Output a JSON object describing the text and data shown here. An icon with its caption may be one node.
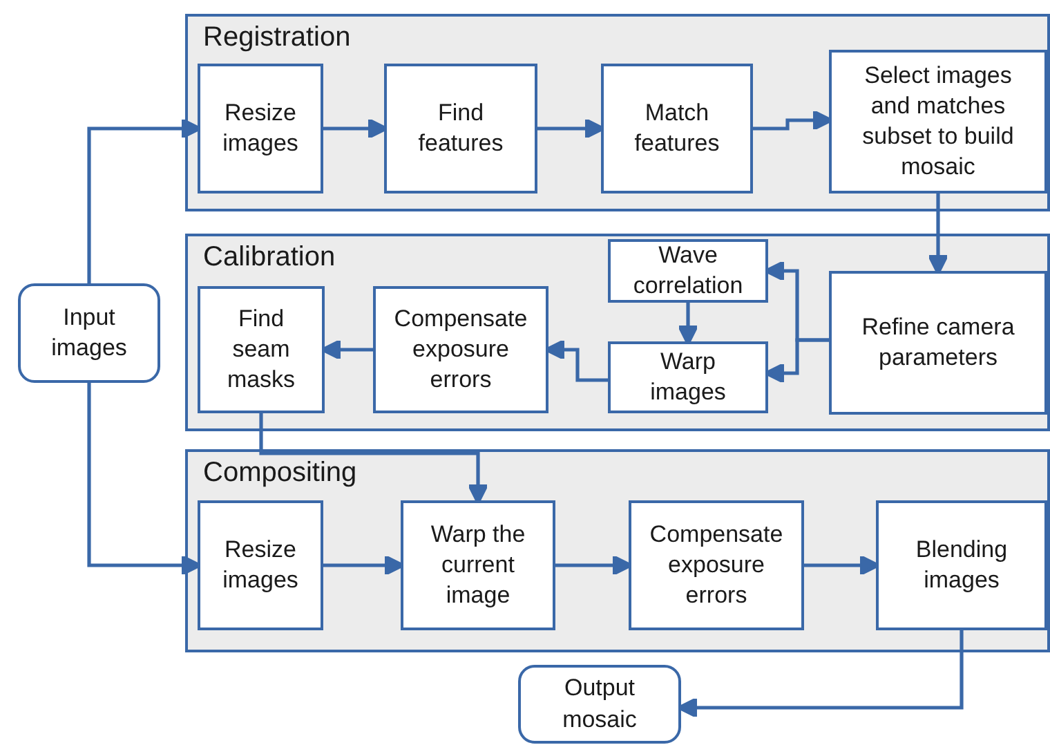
{
  "diagram": {
    "nodes": [
      {
        "text": [
          "Registration"
        ]
      },
      {
        "text": [
          "Resize images"
        ],
        "in": 0
      },
      {
        "text": [
          "Find features"
        ],
        "in": 0
      },
      {
        "text": [
          "Match features"
        ],
        "in": 0
      },
      {
        "text": [
          "Select images and matches subset to build mosaic"
        ],
        "in": 0
      },
      {
        "text": [
          "Calibration"
        ]
      },
      {
        "text": [
          "Wave correlation"
        ],
        "in": 5
      },
      {
        "text": [
          "Refine camera parameters"
        ],
        "in": 5
      },
      {
        "text": [
          "Warp images"
        ],
        "in": 5
      },
      {
        "text": [
          "Compensate exposure errors"
        ],
        "in": 5
      },
      {
        "text": [
          "Find seam masks"
        ],
        "in": 5
      },
      {
        "text": [
          "Compositing"
        ]
      },
      {
        "text": [
          "Resize images"
        ],
        "in": 11
      },
      {
        "text": [
          "Warp the current image"
        ],
        "in": 11
      },
      {
        "text": [
          "Compensate exposure errors"
        ],
        "in": 11
      },
      {
        "text": [
          "Blending images"
        ],
        "in": 11
      },
      {
        "text": [
          "Input images"
        ]
      },
      {
        "text": [
          "Output mosaic"
        ]
      }
    ],
    "edges": [
      {
        "from": 16,
        "to": 1,
        "arrow": "to"
      },
      {
        "from": 16,
        "to": 12,
        "arrow": "to"
      },
      {
        "from": 1,
        "to": 2,
        "arrow": "to"
      },
      {
        "from": 2,
        "to": 3,
        "arrow": "to"
      },
      {
        "from": 3,
        "to": 4,
        "arrow": "to"
      },
      {
        "from": 4,
        "to": 7,
        "arrow": "to"
      },
      {
        "from": 7,
        "to": 6,
        "arrow": "to"
      },
      {
        "from": 7,
        "to": 8,
        "arrow": "to"
      },
      {
        "from": 6,
        "to": 8,
        "arrow": "to"
      },
      {
        "from": 8,
        "to": 9,
        "arrow": "to"
      },
      {
        "from": 9,
        "to": 10,
        "arrow": "to"
      },
      {
        "from": 10,
        "to": 13,
        "arrow": "to"
      },
      {
        "from": 12,
        "to": 13,
        "arrow": "to"
      },
      {
        "from": 13,
        "to": 14,
        "arrow": "to"
      },
      {
        "from": 14,
        "to": 15,
        "arrow": "to"
      },
      {
        "from": 15,
        "to": 17,
        "arrow": "to"
      }
    ]
  }
}
